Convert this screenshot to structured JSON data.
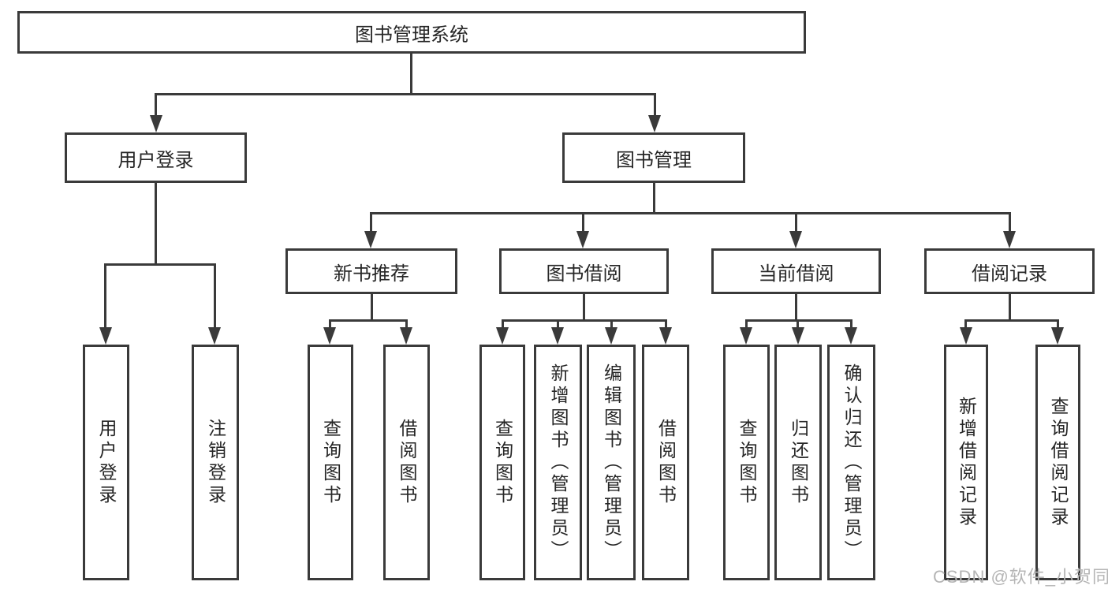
{
  "diagram": {
    "root": {
      "label": "图书管理系统"
    },
    "level2": [
      {
        "label": "用户登录"
      },
      {
        "label": "图书管理"
      }
    ],
    "level3": [
      {
        "label": "新书推荐"
      },
      {
        "label": "图书借阅"
      },
      {
        "label": "当前借阅"
      },
      {
        "label": "借阅记录"
      }
    ],
    "leaves": {
      "userLogin": [
        {
          "label": "用户登录"
        },
        {
          "label": "注销登录"
        }
      ],
      "newBook": [
        {
          "label": "查询图书"
        },
        {
          "label": "借阅图书"
        }
      ],
      "bookBorrow": [
        {
          "label": "查询图书"
        },
        {
          "label": "新增图书（管理员）"
        },
        {
          "label": "编辑图书（管理员）"
        },
        {
          "label": "借阅图书"
        }
      ],
      "currentBorrow": [
        {
          "label": "查询图书"
        },
        {
          "label": "归还图书"
        },
        {
          "label": "确认归还（管理员）"
        }
      ],
      "borrowRecord": [
        {
          "label": "新增借阅记录"
        },
        {
          "label": "查询借阅记录"
        }
      ]
    }
  },
  "watermark": {
    "text": "CSDN @软件_小贺同学"
  },
  "colors": {
    "line": "#3a3a3a",
    "text": "#262626",
    "background": "#ffffff",
    "watermark": "#b5b5b5"
  }
}
